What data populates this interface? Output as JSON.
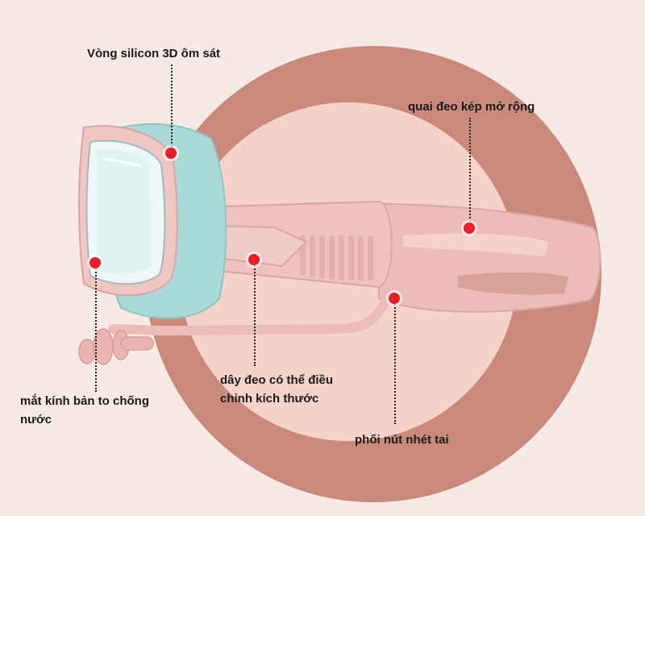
{
  "callouts": {
    "silicone": "Vòng silicon 3D ôm sát",
    "strap": "quai đeo kép mở rộng",
    "lens_line1": "mắt kính bản to chống",
    "lens_line2": "nước",
    "adjust_line1": "dây đeo có thể điều",
    "adjust_line2": "chỉnh kích thước",
    "earplug": "phối nút nhét tai"
  },
  "colors": {
    "backdrop": "#f7e9e3",
    "ring_outer": "#c98a7c",
    "ring_inner": "#f5d3c8",
    "strap_pink": "#ecbcb9",
    "silicone_mint": "#a8d9d6",
    "marker_red": "#ee1c25"
  }
}
